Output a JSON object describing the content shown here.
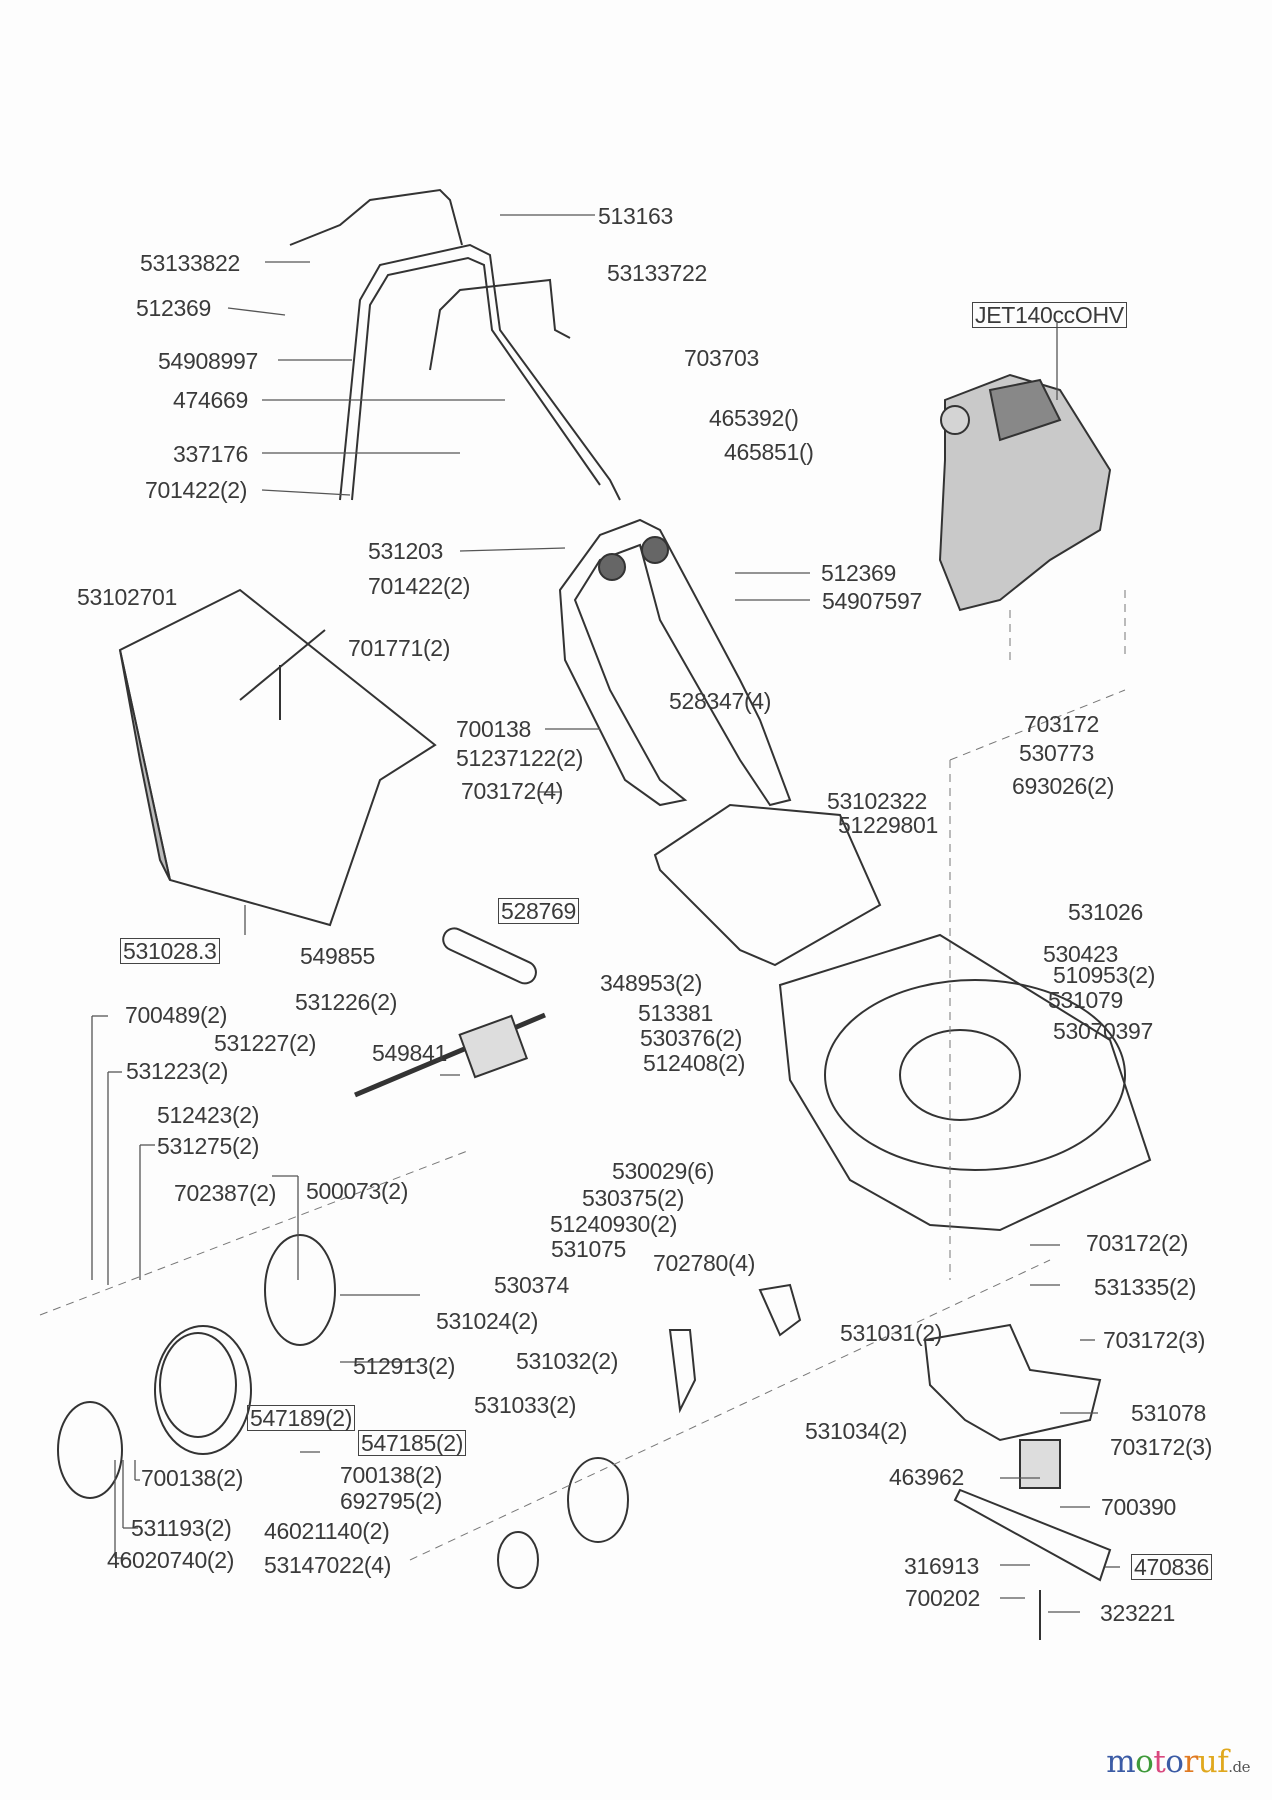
{
  "diagram": {
    "title": "Lawn mower exploded parts diagram",
    "engine_label": "JET140ccOHV",
    "parts": [
      {
        "id": "513163",
        "label": "513163"
      },
      {
        "id": "53133822",
        "label": "53133822"
      },
      {
        "id": "53133722",
        "label": "53133722"
      },
      {
        "id": "512369_a",
        "label": "512369"
      },
      {
        "id": "54908997",
        "label": "54908997"
      },
      {
        "id": "703703",
        "label": "703703"
      },
      {
        "id": "474669",
        "label": "474669"
      },
      {
        "id": "465392",
        "label": "465392()"
      },
      {
        "id": "337176",
        "label": "337176"
      },
      {
        "id": "465851",
        "label": "465851()"
      },
      {
        "id": "701422_a",
        "label": "701422(2)"
      },
      {
        "id": "531203",
        "label": "531203"
      },
      {
        "id": "512369_b",
        "label": "512369"
      },
      {
        "id": "701422_b",
        "label": "701422(2)"
      },
      {
        "id": "54907597",
        "label": "54907597"
      },
      {
        "id": "53102701",
        "label": "53102701"
      },
      {
        "id": "701771",
        "label": "701771(2)"
      },
      {
        "id": "528347",
        "label": "528347(4)"
      },
      {
        "id": "700138_a",
        "label": "700138"
      },
      {
        "id": "703172_a",
        "label": "703172"
      },
      {
        "id": "51237122",
        "label": "51237122(2)"
      },
      {
        "id": "530773",
        "label": "530773"
      },
      {
        "id": "703172_b",
        "label": "703172(4)"
      },
      {
        "id": "693026",
        "label": "693026(2)"
      },
      {
        "id": "53102322",
        "label": "53102322"
      },
      {
        "id": "51229801",
        "label": "51229801"
      },
      {
        "id": "531026",
        "label": "531026"
      },
      {
        "id": "528769",
        "label": "528769",
        "boxed": true
      },
      {
        "id": "530423",
        "label": "530423"
      },
      {
        "id": "531028.3",
        "label": "531028.3",
        "boxed": true
      },
      {
        "id": "549855",
        "label": "549855"
      },
      {
        "id": "348953",
        "label": "348953(2)"
      },
      {
        "id": "510953",
        "label": "510953(2)"
      },
      {
        "id": "531079",
        "label": "531079"
      },
      {
        "id": "513381",
        "label": "513381"
      },
      {
        "id": "700489",
        "label": "700489(2)"
      },
      {
        "id": "531226",
        "label": "531226(2)"
      },
      {
        "id": "53070397",
        "label": "53070397"
      },
      {
        "id": "531227",
        "label": "531227(2)"
      },
      {
        "id": "530376",
        "label": "530376(2)"
      },
      {
        "id": "549841",
        "label": "549841"
      },
      {
        "id": "531223",
        "label": "531223(2)"
      },
      {
        "id": "512408",
        "label": "512408(2)"
      },
      {
        "id": "512423",
        "label": "512423(2)"
      },
      {
        "id": "531275",
        "label": "531275(2)"
      },
      {
        "id": "530029",
        "label": "530029(6)"
      },
      {
        "id": "500073",
        "label": "500073(2)"
      },
      {
        "id": "530375",
        "label": "530375(2)"
      },
      {
        "id": "702387",
        "label": "702387(2)"
      },
      {
        "id": "51240930",
        "label": "51240930(2)"
      },
      {
        "id": "531075",
        "label": "531075"
      },
      {
        "id": "703172_c",
        "label": "703172(2)"
      },
      {
        "id": "702780",
        "label": "702780(4)"
      },
      {
        "id": "530374",
        "label": "530374"
      },
      {
        "id": "531335",
        "label": "531335(2)"
      },
      {
        "id": "531024",
        "label": "531024(2)"
      },
      {
        "id": "531031",
        "label": "531031(2)"
      },
      {
        "id": "703172_d",
        "label": "703172(3)"
      },
      {
        "id": "531032",
        "label": "531032(2)"
      },
      {
        "id": "512913",
        "label": "512913(2)"
      },
      {
        "id": "531078",
        "label": "531078"
      },
      {
        "id": "531033",
        "label": "531033(2)"
      },
      {
        "id": "547189",
        "label": "547189(2)",
        "boxed": true
      },
      {
        "id": "531034",
        "label": "531034(2)"
      },
      {
        "id": "703172_e",
        "label": "703172(3)"
      },
      {
        "id": "547185",
        "label": "547185(2)",
        "boxed": true
      },
      {
        "id": "463962",
        "label": "463962"
      },
      {
        "id": "700138_b",
        "label": "700138(2)"
      },
      {
        "id": "700138_c",
        "label": "700138(2)"
      },
      {
        "id": "700390",
        "label": "700390"
      },
      {
        "id": "692795",
        "label": "692795(2)"
      },
      {
        "id": "531193",
        "label": "531193(2)"
      },
      {
        "id": "46021140",
        "label": "46021140(2)"
      },
      {
        "id": "316913",
        "label": "316913"
      },
      {
        "id": "470836",
        "label": "470836",
        "boxed": true
      },
      {
        "id": "53147022",
        "label": "53147022(4)"
      },
      {
        "id": "46020740",
        "label": "46020740(2)"
      },
      {
        "id": "700202",
        "label": "700202"
      },
      {
        "id": "323221",
        "label": "323221"
      }
    ]
  },
  "watermark": {
    "letters": [
      {
        "ch": "m",
        "color": "#3b5ba5"
      },
      {
        "ch": "o",
        "color": "#3f9a3a"
      },
      {
        "ch": "t",
        "color": "#d9487e"
      },
      {
        "ch": "o",
        "color": "#3b5ba5"
      },
      {
        "ch": "r",
        "color": "#e07a22"
      },
      {
        "ch": "u",
        "color": "#e0a81e"
      },
      {
        "ch": "f",
        "color": "#e0a81e"
      }
    ],
    "suffix": ".de"
  }
}
